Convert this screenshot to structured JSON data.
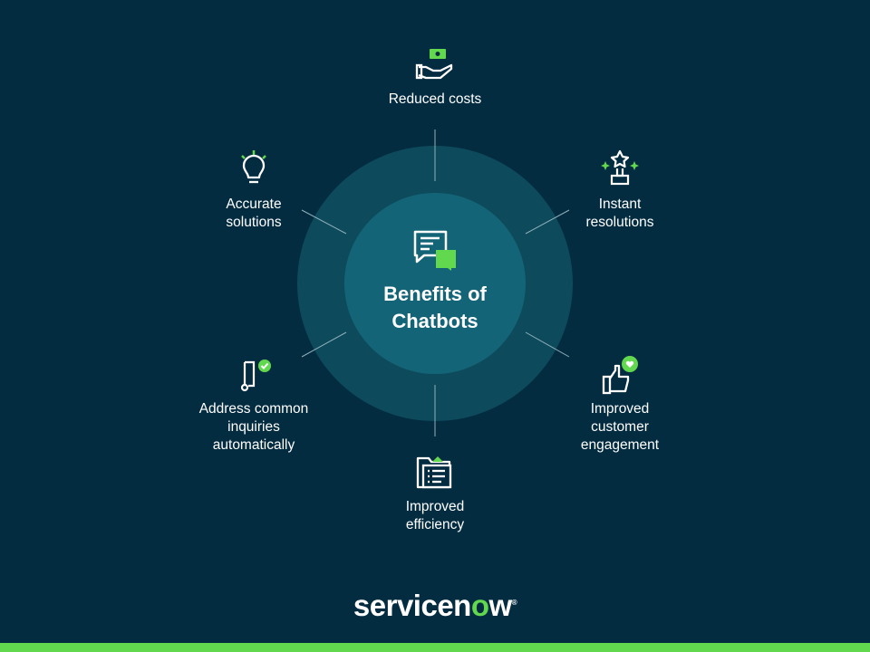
{
  "center": {
    "line1": "Benefits of",
    "line2": "Chatbots",
    "icon": "chat-bubbles-icon"
  },
  "benefits": [
    {
      "label": "Reduced costs",
      "icon": "money-hand-icon"
    },
    {
      "label": "Instant resolutions",
      "icon": "trophy-sparkle-icon"
    },
    {
      "label": "Improved customer engagement",
      "icon": "thumbs-up-heart-icon"
    },
    {
      "label": "Improved efficiency",
      "icon": "folder-list-icon"
    },
    {
      "label": "Address common inquiries automatically",
      "icon": "flow-check-icon"
    },
    {
      "label": "Accurate solutions",
      "icon": "lightbulb-icon"
    }
  ],
  "logo": {
    "text_a": "servicen",
    "text_o": "o",
    "text_b": "w",
    "mark": "®"
  },
  "colors": {
    "background": "#042c41",
    "outer_ring": "#0d4a5c",
    "inner_circle": "#136477",
    "accent": "#62d84e"
  }
}
